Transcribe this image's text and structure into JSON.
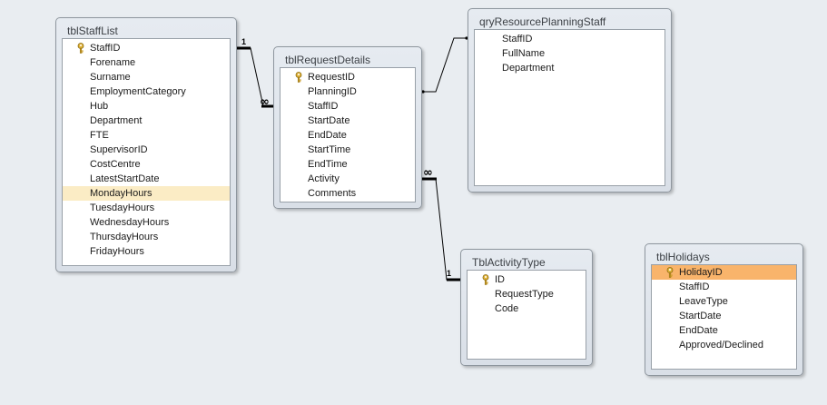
{
  "tables": {
    "staff": {
      "title": "tblStaffList",
      "fields": [
        "StaffID",
        "Forename",
        "Surname",
        "EmploymentCategory",
        "Hub",
        "Department",
        "FTE",
        "SupervisorID",
        "CostCentre",
        "LatestStartDate",
        "MondayHours",
        "TuesdayHours",
        "WednesdayHours",
        "ThursdayHours",
        "FridayHours"
      ]
    },
    "request": {
      "title": "tblRequestDetails",
      "fields": [
        "RequestID",
        "PlanningID",
        "StaffID",
        "StartDate",
        "EndDate",
        "StartTime",
        "EndTime",
        "Activity",
        "Comments"
      ]
    },
    "qry": {
      "title": "qryResourcePlanningStaff",
      "fields": [
        "StaffID",
        "FullName",
        "Department"
      ]
    },
    "activity": {
      "title": "TblActivityType",
      "fields": [
        "ID",
        "RequestType",
        "Code"
      ]
    },
    "holidays": {
      "title": "tblHolidays",
      "fields": [
        "HolidayID",
        "StaffID",
        "LeaveType",
        "StartDate",
        "EndDate",
        "Approved/Declined"
      ]
    }
  },
  "relationships": [
    {
      "from": "tblStaffList.StaffID",
      "to": "tblRequestDetails.StaffID",
      "one_label": "1",
      "many_label": "∞"
    },
    {
      "from": "tblRequestDetails.StaffID",
      "to": "qryResourcePlanningStaff.StaffID"
    },
    {
      "from": "TblActivityType.ID",
      "to": "tblRequestDetails.Activity",
      "one_label": "1",
      "many_label": "∞"
    }
  ],
  "colors": {
    "background": "#e9edf1",
    "highlight": "#fbecc5",
    "selected": "#f9b46b",
    "key": "#d6a928"
  },
  "icons": {
    "primary_key": "key-icon"
  }
}
